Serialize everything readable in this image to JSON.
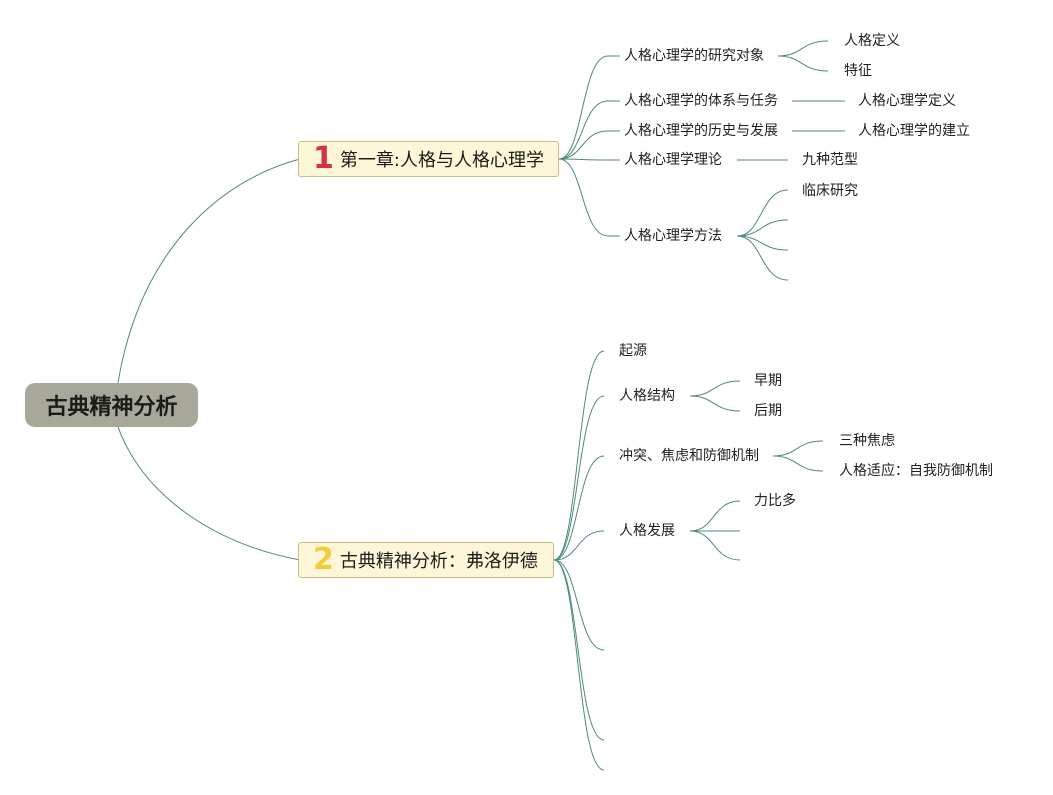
{
  "root": {
    "label": "古典精神分析"
  },
  "chapters": [
    {
      "number": "1",
      "number_color": "#d9304a",
      "label": "第一章:人格与人格心理学"
    },
    {
      "number": "2",
      "number_color": "#f2cc3a",
      "label": "古典精神分析：弗洛伊德"
    }
  ],
  "chapter1": {
    "topics": [
      {
        "label": "人格心理学的研究对象",
        "children": [
          "人格定义",
          "特征"
        ]
      },
      {
        "label": "人格心理学的体系与任务",
        "children": [
          "人格心理学定义"
        ]
      },
      {
        "label": "人格心理学的历史与发展",
        "children": [
          "人格心理学的建立"
        ]
      },
      {
        "label": "人格心理学理论",
        "children": [
          "九种范型"
        ]
      },
      {
        "label": "人格心理学方法",
        "children": [
          "临床研究",
          "",
          "",
          ""
        ]
      }
    ]
  },
  "chapter2": {
    "topics": [
      {
        "label": "起源",
        "children": []
      },
      {
        "label": "人格结构",
        "children": [
          "早期",
          "后期"
        ]
      },
      {
        "label": "冲突、焦虑和防御机制",
        "children": [
          "三种焦虑",
          "人格适应：自我防御机制"
        ]
      },
      {
        "label": "人格发展",
        "children": [
          "力比多",
          "",
          ""
        ]
      },
      {
        "label": "",
        "children": []
      },
      {
        "label": "",
        "children": []
      },
      {
        "label": "",
        "children": []
      }
    ]
  },
  "colors": {
    "line": "#4f8a78",
    "root_bg": "#a8a89a",
    "chapter_bg": "#fdf6d8",
    "chapter_border": "#c9bd84"
  }
}
